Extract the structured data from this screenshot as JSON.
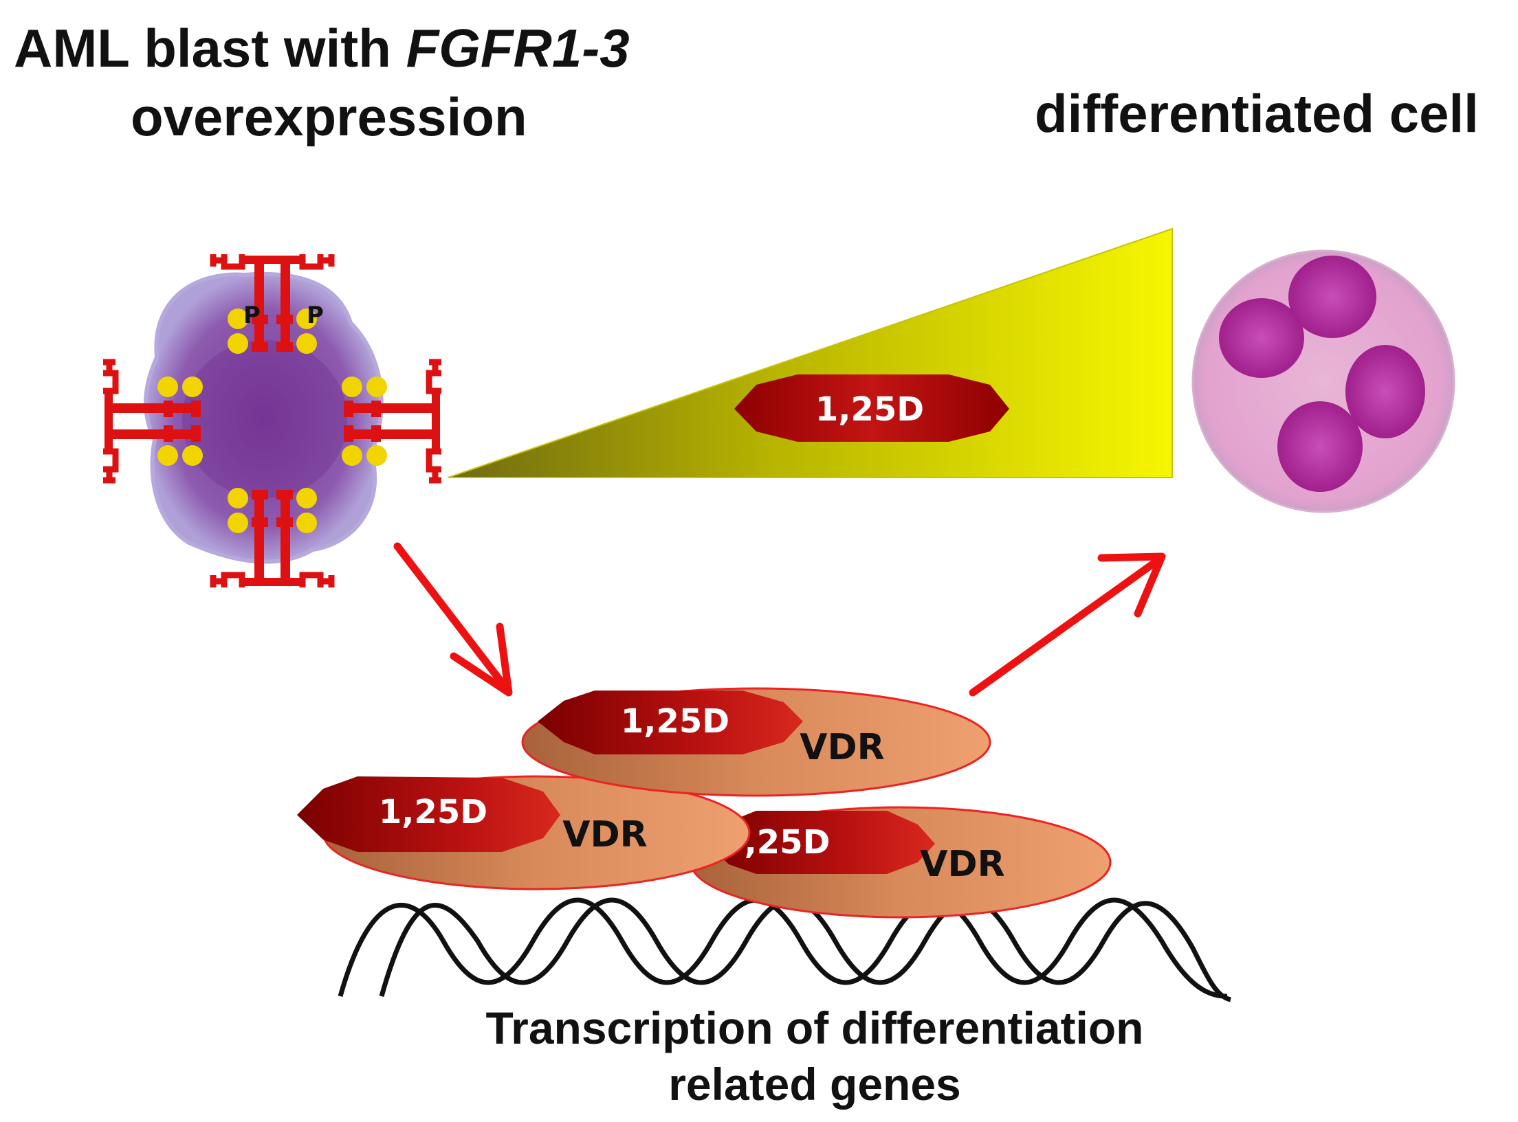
{
  "labels": {
    "blast_title_part1": "AML blast with ",
    "blast_title_gene": "FGFR1-3",
    "blast_title_line2": "overexpression",
    "differentiated_cell": "differentiated cell",
    "caption_line1": "Transcription of differentiation",
    "caption_line2": "related genes",
    "ligand": "1,25D",
    "ligand_partial": ",25D",
    "receptor": "VDR",
    "phospho": "P"
  },
  "colors": {
    "arrow": "#ee1111",
    "receptor_red": "#dd1111",
    "ligand_dark": "#8e0000",
    "ligand_light": "#d8281e",
    "vdr_fill": "#e59565",
    "vdr_stroke": "#ee2222",
    "triangle_dark": "#8a8a00",
    "triangle_light": "#f3f300",
    "blast_cytoplasm": "#9b7fc4",
    "blast_nucleus": "#6e2b8c",
    "diff_cytoplasm": "#e8a8d8",
    "diff_nucleus": "#a0208c",
    "dna": "#111111"
  }
}
